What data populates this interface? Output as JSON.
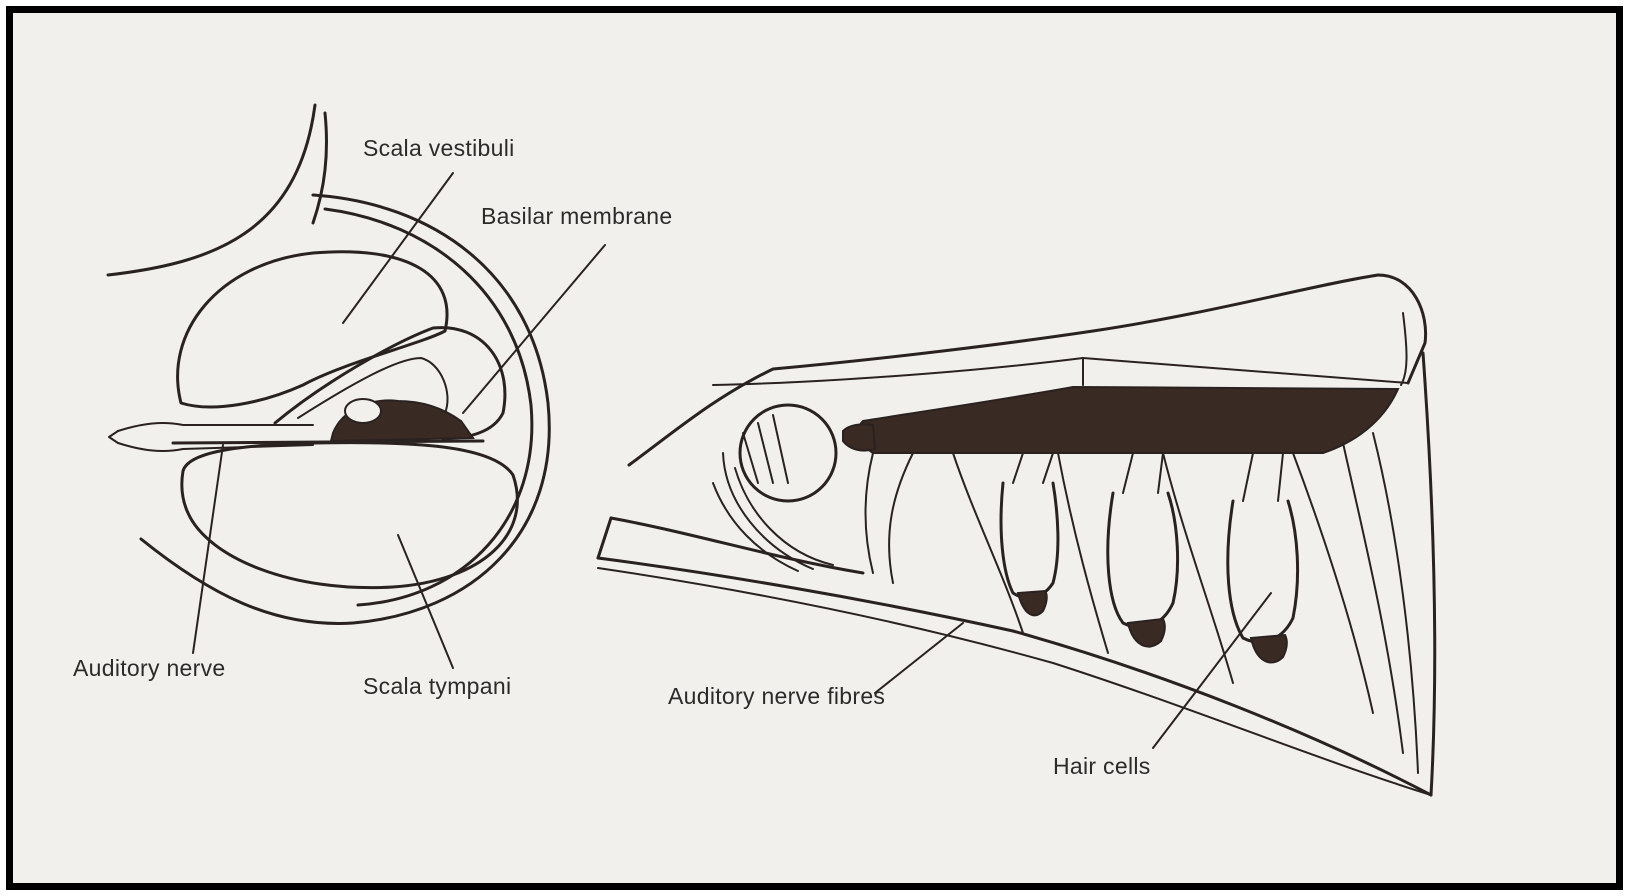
{
  "labels": {
    "scala_vestibuli": "Scala vestibuli",
    "basilar_membrane": "Basilar membrane",
    "auditory_nerve": "Auditory nerve",
    "scala_tympani": "Scala tympani",
    "auditory_nerve_fibres": "Auditory nerve fibres",
    "hair_cells": "Hair cells"
  },
  "colors": {
    "paper": "#f1f0ec",
    "ink": "#2a2220",
    "border": "#000000"
  }
}
